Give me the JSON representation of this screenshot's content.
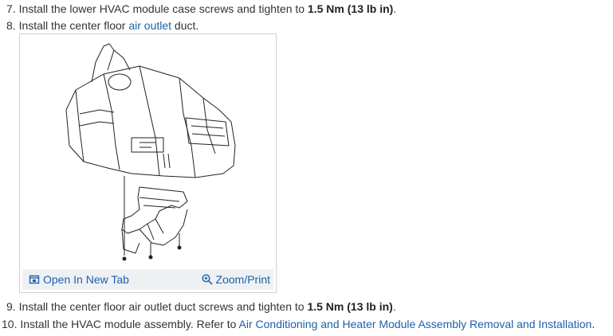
{
  "steps": [
    {
      "num": "7.",
      "text_before": "Install the lower HVAC module case screws and tighten to",
      "bold": "1.5 Nm (13 lb in)",
      "text_after": "."
    },
    {
      "num": "8.",
      "text_before": "Install the center floor",
      "link": "air outlet",
      "text_after": "duct."
    },
    {
      "num": "9.",
      "text_before": "Install the center floor air outlet duct screws and tighten to",
      "bold": "1.5 Nm (13 lb in)",
      "text_after": "."
    },
    {
      "num": "10.",
      "text_before": "Install the HVAC module assembly. Refer to",
      "link": "Air Conditioning and Heater Module Assembly Removal and Installation",
      "text_after": "."
    }
  ],
  "figure": {
    "open_tab_label": "Open In New Tab",
    "zoom_label": "Zoom/Print",
    "open_tab_icon": "new-tab-icon",
    "zoom_icon": "magnifier-plus-icon"
  },
  "colors": {
    "link": "#1f5fa8",
    "text": "#333333",
    "figure_bar": "#eef1f4"
  }
}
